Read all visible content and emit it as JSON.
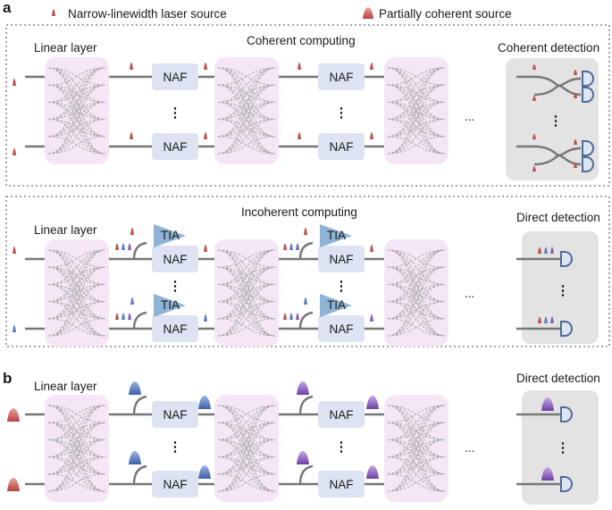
{
  "legend": {
    "narrow_label": "Narrow-linewidth laser source",
    "partial_label": "Partially coherent source"
  },
  "panel_a": {
    "letter": "a",
    "coherent": {
      "title": "Coherent computing",
      "linear_label": "Linear layer",
      "detection_label": "Coherent detection",
      "naf_label": "NAF",
      "ellipsis": "..."
    },
    "incoherent": {
      "title": "Incoherent computing",
      "linear_label": "Linear layer",
      "detection_label": "Direct detection",
      "naf_label": "NAF",
      "tia_label": "TIA",
      "ellipsis": "..."
    }
  },
  "panel_b": {
    "letter": "b",
    "linear_label": "Linear layer",
    "detection_label": "Direct detection",
    "naf_label": "NAF",
    "ellipsis": "..."
  },
  "colors": {
    "red": "#c0504d",
    "blue": "#5a7ec4",
    "purple": "#8a5fb8",
    "naf_fill": "#dde3f3",
    "linear_fill": "#f5e6f5",
    "detector_fill": "#e3e3e3",
    "tia_fill": "#8fb3d4",
    "waveguide": "#777777",
    "photodiode": "#4f6a96"
  }
}
